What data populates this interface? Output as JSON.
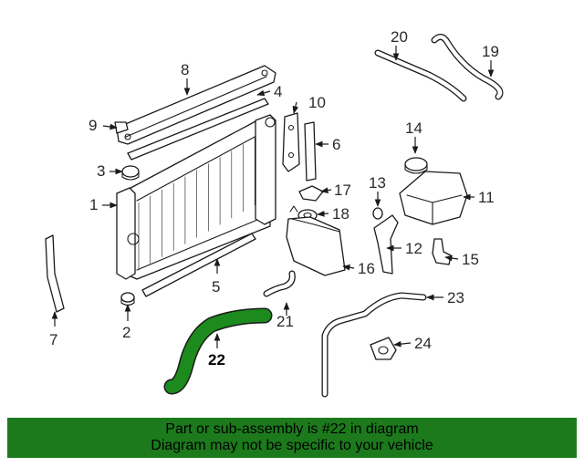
{
  "diagram": {
    "highlight_color": "#1c8a1c",
    "highlighted_part": "22",
    "callouts": {
      "c1": "1",
      "c2": "2",
      "c3": "3",
      "c4": "4",
      "c5": "5",
      "c6": "6",
      "c7": "7",
      "c8": "8",
      "c9": "9",
      "c10": "10",
      "c11": "11",
      "c12": "12",
      "c13": "13",
      "c14": "14",
      "c15": "15",
      "c16": "16",
      "c17": "17",
      "c18": "18",
      "c19": "19",
      "c20": "20",
      "c21": "21",
      "c22": "22",
      "c23": "23",
      "c24": "24"
    }
  },
  "banner": {
    "line1": "Part or sub-assembly is #22 in diagram",
    "line2": "Diagram may not be specific to your vehicle",
    "color": "#1c7a1c"
  }
}
